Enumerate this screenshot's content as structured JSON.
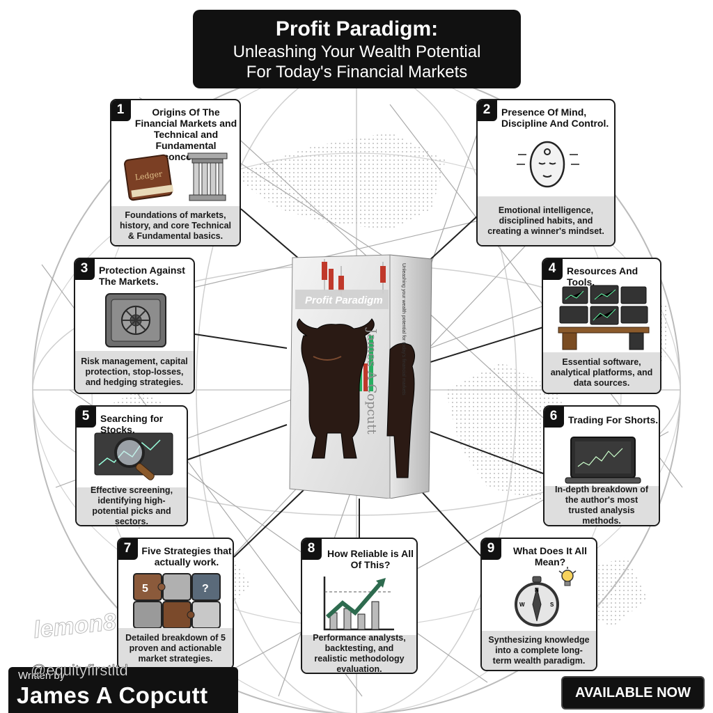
{
  "title": {
    "main": "Profit Paradigm:",
    "line2": "Unleashing Your Wealth Potential",
    "line3": "For Today's Financial Markets"
  },
  "panels": [
    {
      "num": "1",
      "title": "Origins Of The Financial Markets and Technical and Fundamental concepts.",
      "desc": "Foundations of markets, history, and core Technical & Fundamental basics.",
      "art_text": "Ledger",
      "icons": [
        "ledger-book-icon",
        "greek-column-icon"
      ]
    },
    {
      "num": "2",
      "title": "Presence Of Mind, Discipline And Control.",
      "desc": "Emotional intelligence, disciplined habits, and creating a winner's mindset.",
      "icons": [
        "meditating-head-icon"
      ]
    },
    {
      "num": "3",
      "title": "Protection Against The Markets.",
      "desc": "Risk management, capital protection, stop-losses, and hedging strategies.",
      "icons": [
        "vault-icon"
      ]
    },
    {
      "num": "4",
      "title": "Resources And Tools.",
      "desc": "Essential software, analytical platforms, and data sources.",
      "icons": [
        "trading-desk-icon"
      ]
    },
    {
      "num": "5",
      "title": "Searching for Stocks.",
      "desc": "Effective screening, identifying high-potential picks and sectors.",
      "icons": [
        "magnifier-chart-icon"
      ]
    },
    {
      "num": "6",
      "title": "Trading For Shorts.",
      "desc": "In-depth breakdown of the author's most trusted analysis methods.",
      "icons": [
        "laptop-chart-icon"
      ]
    },
    {
      "num": "7",
      "title": "Five Strategies that actually work.",
      "desc": "Detailed breakdown of 5 proven and actionable market strategies.",
      "icons": [
        "puzzle-icon"
      ]
    },
    {
      "num": "8",
      "title": "How Reliable is All Of This?",
      "desc": "Performance analysts, backtesting, and realistic methodology evaluation.",
      "icons": [
        "rising-chart-icon"
      ]
    },
    {
      "num": "9",
      "title": "What Does It All Mean?",
      "desc": "Synthesizing knowledge into a complete long-term wealth paradigm.",
      "icons": [
        "compass-icon",
        "lightbulb-icon"
      ]
    }
  ],
  "book": {
    "cover_title": "Profit Paradigm",
    "spine_text": "Unleashing your wealth potential for today's financial markets",
    "author_vertical": "James A Copcutt"
  },
  "footer": {
    "written_by": "Written by",
    "author": "James A Copcutt",
    "handle": "@equityfirstltd",
    "watermark": "lemon8",
    "available": "AVAILABLE NOW"
  },
  "colors": {
    "dark": "#111111",
    "panel_desc_bg": "#dedede",
    "book_red": "#c0392b",
    "book_green": "#27ae60"
  }
}
